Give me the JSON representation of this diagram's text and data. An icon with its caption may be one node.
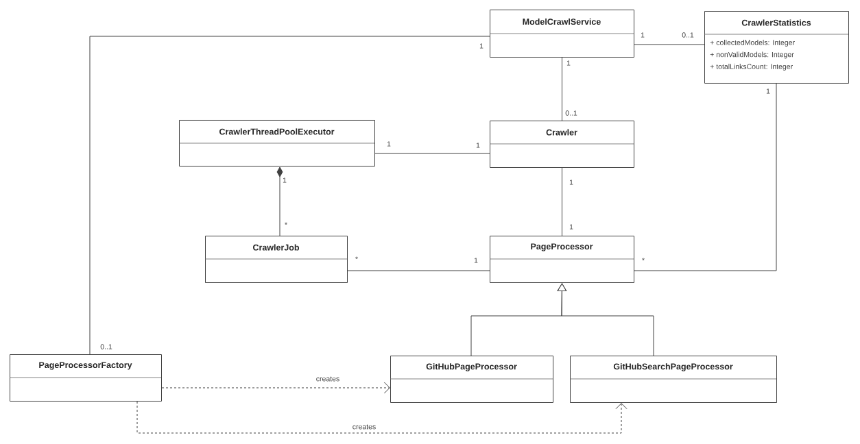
{
  "diagram": {
    "nodes": [
      {
        "text": [
          "ModelCrawlService"
        ]
      },
      {
        "text": [
          "CrawlerStatistics",
          "+ collectedModels: Integer",
          "+ nonValidModels: Integer",
          "+ totalLinksCount: Integer"
        ]
      },
      {
        "text": [
          "CrawlerThreadPoolExecutor"
        ]
      },
      {
        "text": [
          "Crawler"
        ]
      },
      {
        "text": [
          "CrawlerJob"
        ]
      },
      {
        "text": [
          "PageProcessor"
        ]
      },
      {
        "text": [
          "PageProcessorFactory"
        ]
      },
      {
        "text": [
          "GitHubPageProcessor"
        ]
      },
      {
        "text": [
          "GitHubSearchPageProcessor"
        ]
      }
    ],
    "edges": [
      {
        "from": 0,
        "to": 6,
        "arrow": "none"
      },
      {
        "from": 0,
        "to": 1,
        "arrow": "none"
      },
      {
        "from": 0,
        "to": 3,
        "arrow": "none"
      },
      {
        "from": 2,
        "to": 3,
        "arrow": "none"
      },
      {
        "from": 2,
        "to": 4,
        "arrow": "other"
      },
      {
        "from": 3,
        "to": 5,
        "arrow": "none"
      },
      {
        "from": 4,
        "to": 5,
        "arrow": "none"
      },
      {
        "from": 1,
        "to": 5,
        "arrow": "none"
      },
      {
        "from": 7,
        "to": 5,
        "arrow": "to"
      },
      {
        "from": 8,
        "to": 5,
        "arrow": "to"
      },
      {
        "from": 6,
        "to": 7,
        "arrow": "to",
        "style": "dashed",
        "label": "creates"
      },
      {
        "from": 6,
        "to": 8,
        "arrow": "to",
        "style": "dashed",
        "label": "creates"
      }
    ],
    "labels": [
      "1",
      "0..1",
      "1",
      "1",
      "1",
      "0..1",
      "1",
      "1",
      "1",
      "1",
      "*",
      "1",
      "*",
      "1",
      "*",
      "0..1"
    ]
  }
}
